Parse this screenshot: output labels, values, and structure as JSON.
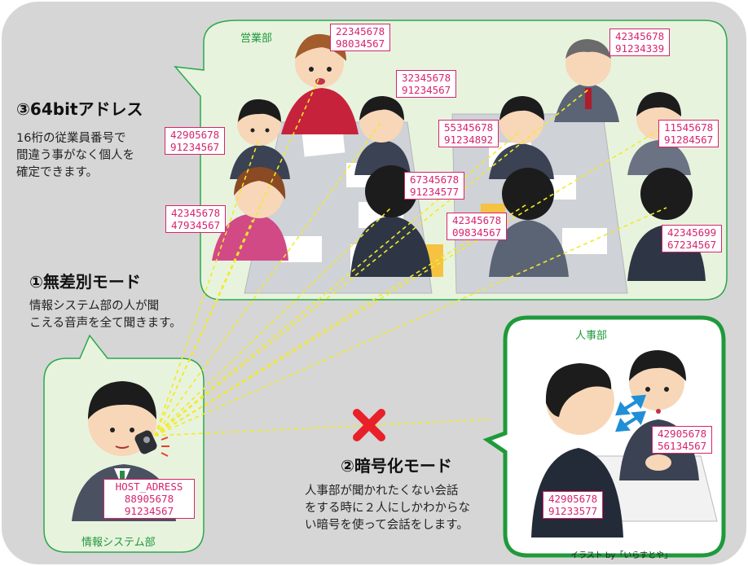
{
  "panels": {
    "sales": {
      "title": "営業部"
    },
    "hr": {
      "title": "人事部"
    },
    "it": {
      "title": "情報システム部"
    }
  },
  "notes": {
    "addr64": {
      "heading": "③64bitアドレス",
      "body": "16桁の従業員番号で\n間違う事がなく個人を\n確定できます。"
    },
    "promiscuous": {
      "heading": "①無差別モード",
      "body": "情報システム部の人が聞\nこえる音声を全て聞きます。"
    },
    "encrypted": {
      "heading": "②暗号化モード",
      "body": "人事部が聞かれたくない会話\nをする時に２人にしかわからな\nい暗号を使って会話をします。"
    }
  },
  "addresses": {
    "sales_woman_top": [
      "22345678",
      "98034567"
    ],
    "sales_man_left_upper": [
      "42905678",
      "91234567"
    ],
    "sales_man_center_upper": [
      "32345678",
      "91234567"
    ],
    "sales_woman_left_lower": [
      "42345678",
      "47934567"
    ],
    "sales_man_center_lower": [
      "67345678",
      "91234577"
    ],
    "sales_man_right_standing": [
      "42345678",
      "91234339"
    ],
    "sales_man_right_center": [
      "55345678",
      "91234892"
    ],
    "sales_man_far_right": [
      "11545678",
      "91284567"
    ],
    "sales_man_right_lower": [
      "42345678",
      "09834567"
    ],
    "sales_man_far_right_lower": [
      "42345699",
      "67234567"
    ],
    "hr_man_right": [
      "42905678",
      "56134567"
    ],
    "hr_man_left": [
      "42905678",
      "91233577"
    ],
    "it_host": {
      "name": "HOST_ADRESS",
      "line1": "88905678",
      "line2": "91234567"
    }
  },
  "credit": "イラスト by「いらすとや」",
  "colors": {
    "background": "#d6d6d6",
    "panel_border": "#2aa84a",
    "hr_border": "#1f9a3b",
    "tag_border": "#d6246e",
    "dashed_line": "#f2ea2a",
    "arrow": "#1f8fd6",
    "blocked_x": "#e8202a"
  },
  "icons": [
    "blocked-x-icon",
    "bidirectional-arrow-icon",
    "headset-icon"
  ]
}
